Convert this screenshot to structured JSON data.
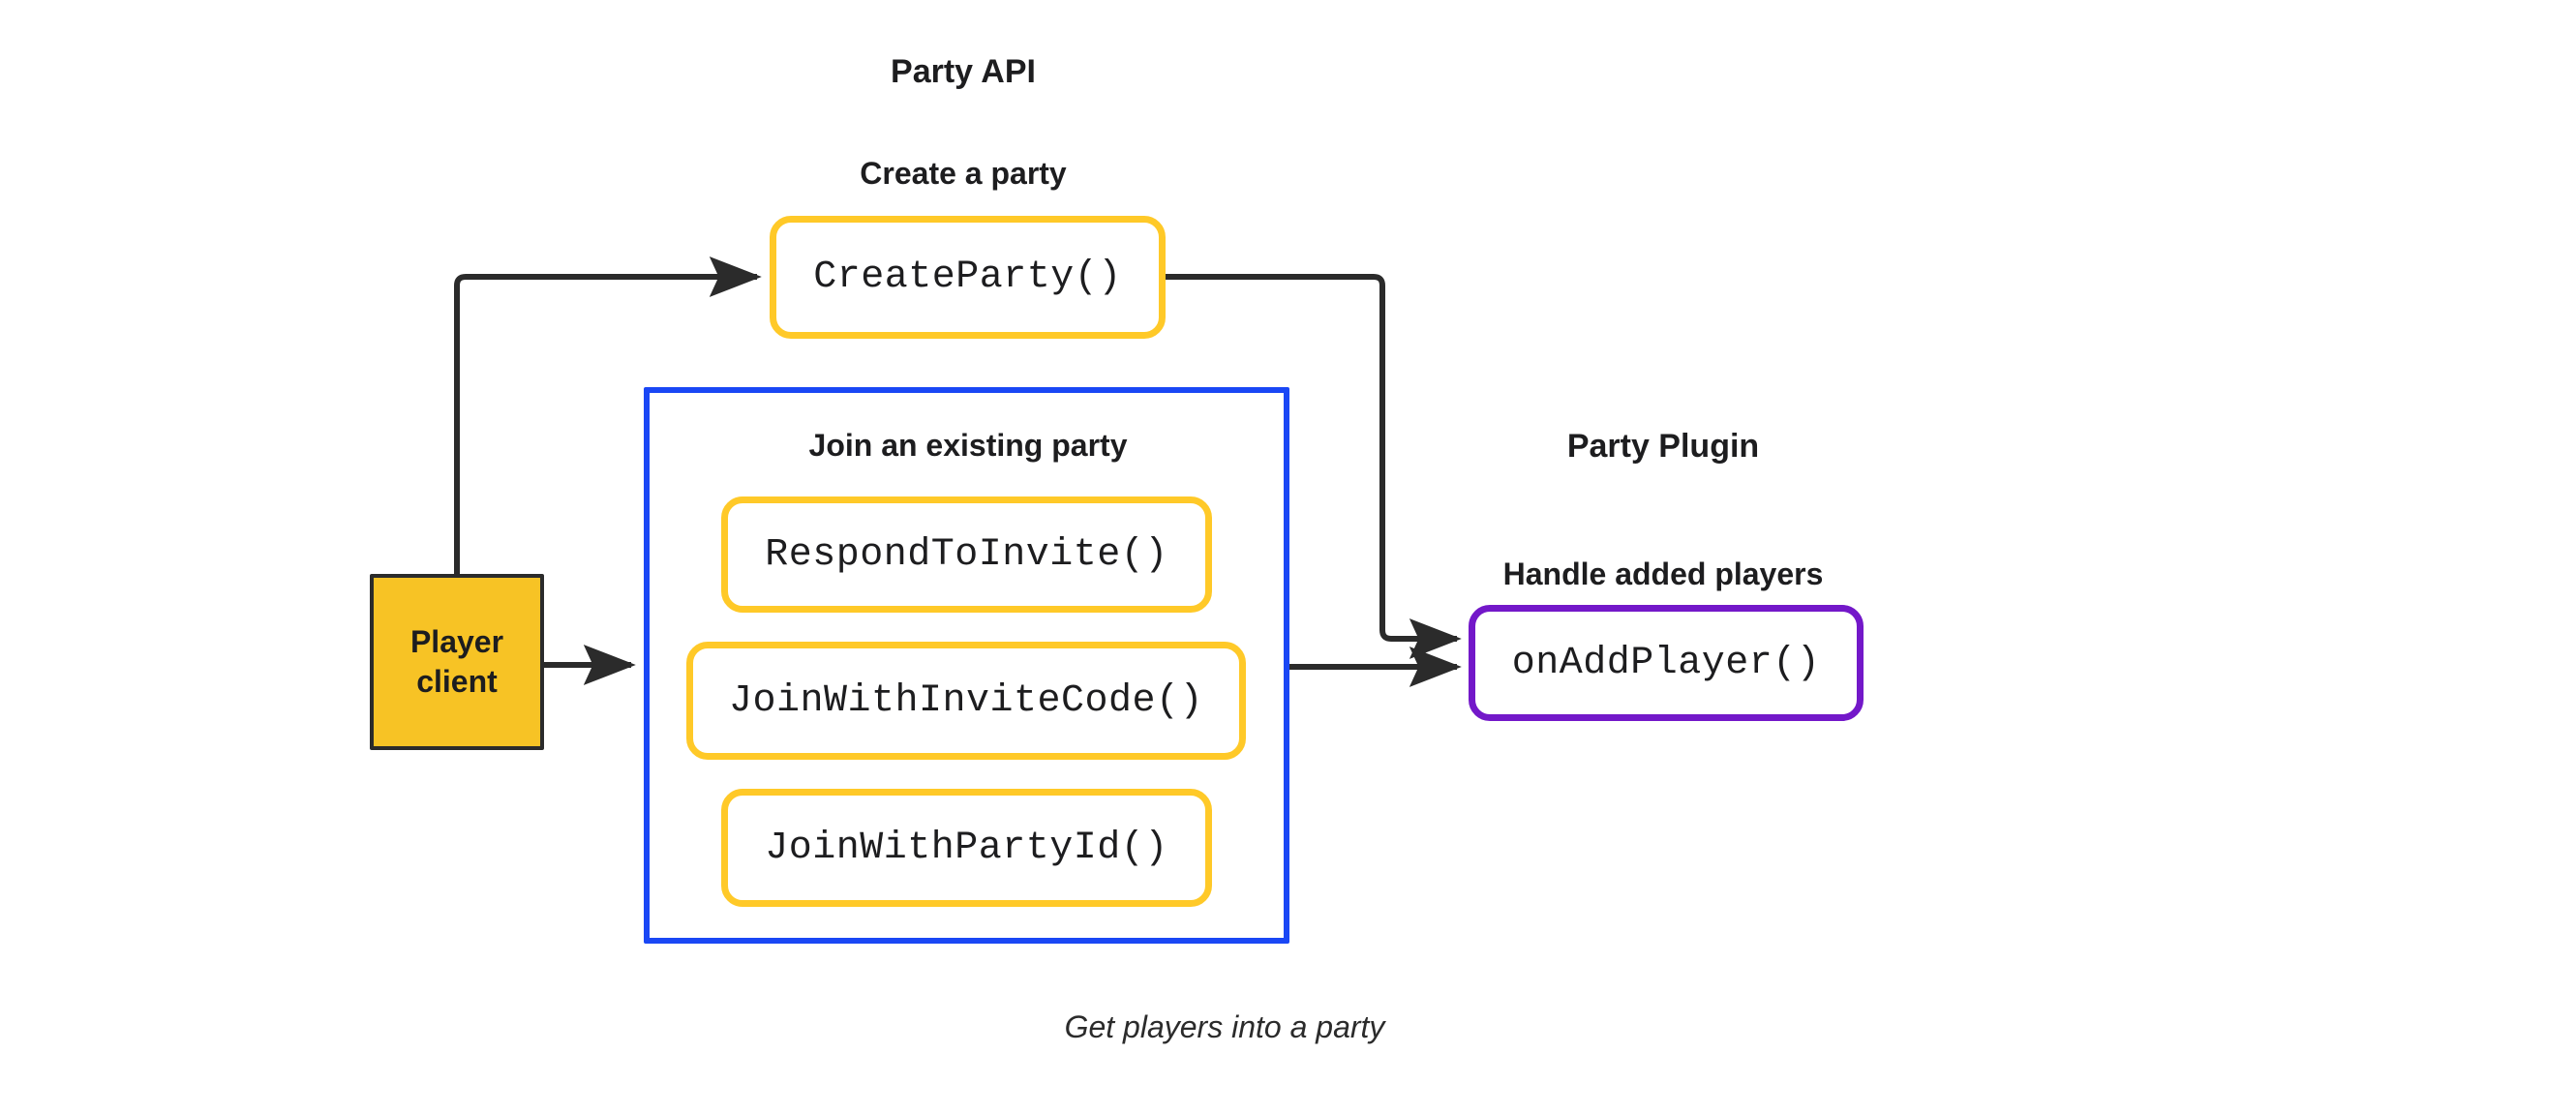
{
  "diagram": {
    "title": "Party API",
    "caption": "Get players into a party",
    "colors": {
      "api_accent": "#FFC928",
      "plugin_accent": "#7318C9",
      "group_accent": "#1A47F5",
      "client_fill": "#F7C325",
      "connector": "#2B2B2B",
      "text": "#1d1d1f",
      "background": "#ffffff"
    }
  },
  "party_api": {
    "section_title": "Party API",
    "create_group": {
      "heading": "Create a party",
      "boxes": [
        {
          "label": "CreateParty()"
        }
      ]
    },
    "join_group": {
      "heading": "Join an existing party",
      "boxes": [
        {
          "label": "RespondToInvite()"
        },
        {
          "label": "JoinWithInviteCode()"
        },
        {
          "label": "JoinWithPartyId()"
        }
      ]
    }
  },
  "party_plugin": {
    "section_title": "Party Plugin",
    "handle_group": {
      "heading": "Handle added players",
      "boxes": [
        {
          "label": "onAddPlayer()"
        }
      ]
    }
  },
  "client": {
    "line1": "Player",
    "line2": "client"
  },
  "connectors": [
    {
      "name": "client-to-createparty",
      "from": "Player client",
      "to": "CreateParty()"
    },
    {
      "name": "client-to-join-group",
      "from": "Player client",
      "to": "Join an existing party"
    },
    {
      "name": "createparty-to-onaddplayer",
      "from": "CreateParty()",
      "to": "onAddPlayer()"
    },
    {
      "name": "join-group-to-onaddplayer",
      "from": "Join an existing party",
      "to": "onAddPlayer()"
    }
  ]
}
